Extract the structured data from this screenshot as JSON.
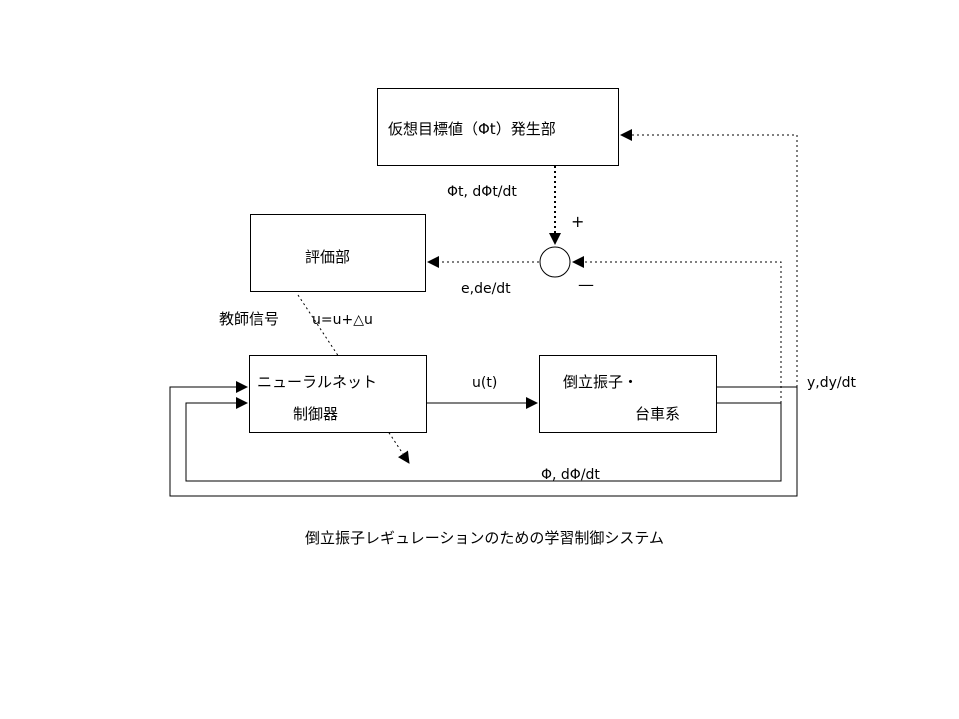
{
  "blocks": {
    "generator": "仮想目標値（Φt）発生部",
    "evaluator": "評価部",
    "controller_line1": "ニューラルネット",
    "controller_line2": "制御器",
    "plant_line1": "倒立振子・",
    "plant_line2": "台車系"
  },
  "signals": {
    "target": "Φt, dΦt/dt",
    "plus": "+",
    "minus": "—",
    "error": "e,de/dt",
    "teacher": "教師信号",
    "update": "u=u+△u",
    "control": "u(t)",
    "output": "y,dy/dt",
    "angle": "Φ, dΦ/dt"
  },
  "caption": "倒立振子レギュレーションのための学習制御システム"
}
